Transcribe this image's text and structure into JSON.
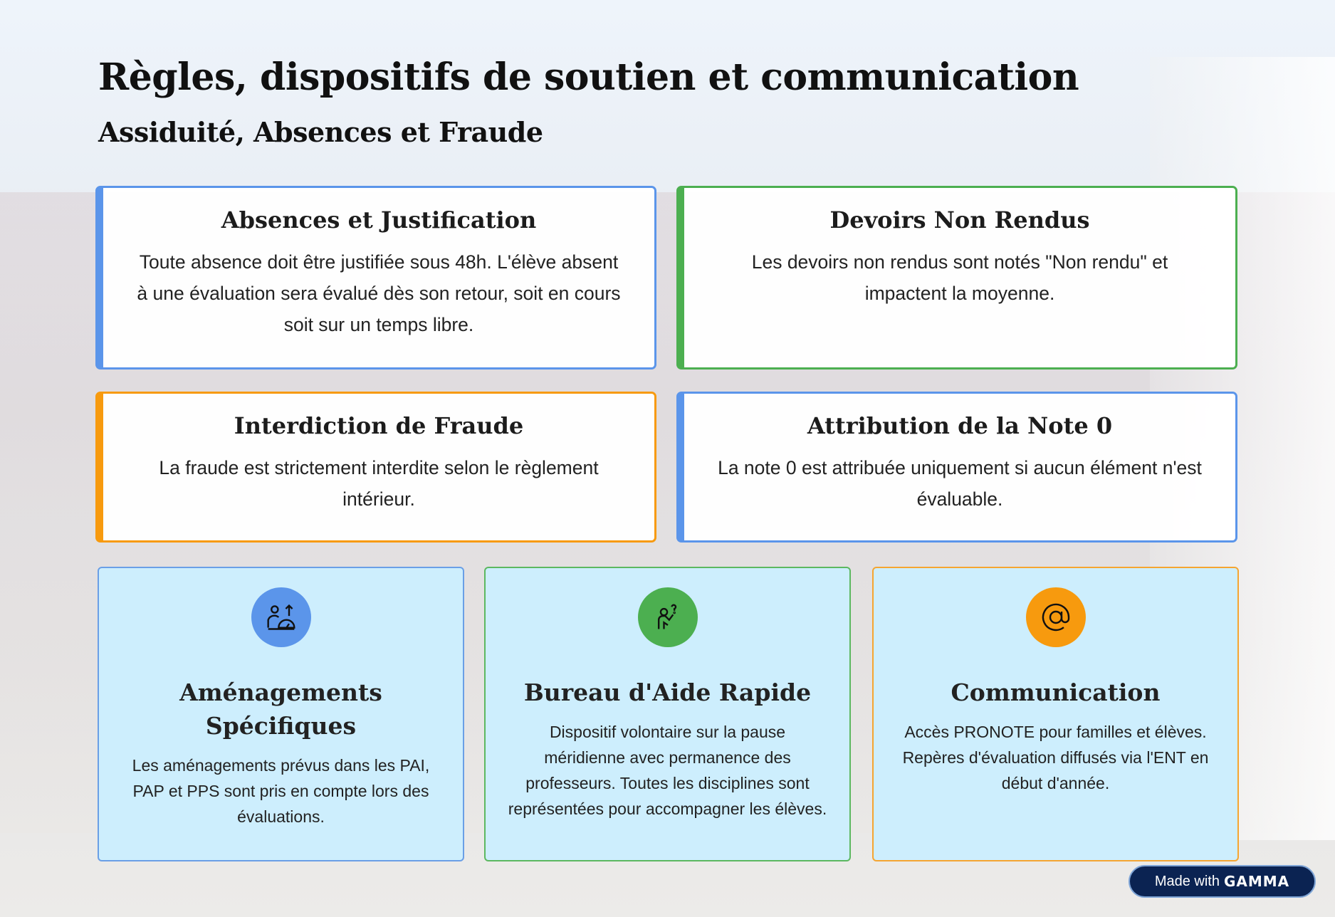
{
  "header": {
    "title": "Règles, dispositifs de soutien et communication",
    "subtitle": "Assiduité, Absences et Fraude"
  },
  "rules": [
    {
      "title": "Absences et Justification",
      "text": "Toute absence doit être justifiée sous 48h. L'élève absent à une évaluation sera évalué dès son retour, soit en cours soit sur un temps libre."
    },
    {
      "title": "Devoirs Non Rendus",
      "text": "Les devoirs non rendus sont notés \"Non rendu\" et impactent la moyenne."
    },
    {
      "title": "Interdiction de Fraude",
      "text": "La fraude est strictement interdite selon le règlement intérieur."
    },
    {
      "title": "Attribution de la Note 0",
      "text": "La note 0 est attribuée uniquement si aucun élément n'est évaluable."
    }
  ],
  "supports": [
    {
      "icon": "user-performance-icon",
      "color": "#5b95ea",
      "title": "Aménagements Spécifiques",
      "text": "Les aménagements prévus dans les PAI, PAP et PPS sont pris en compte lors des évaluations."
    },
    {
      "icon": "person-question-icon",
      "color": "#4caf50",
      "title": "Bureau d'Aide Rapide",
      "text": "Dispositif volontaire sur la pause méridienne avec permanence des professeurs. Toutes les disciplines sont représentées pour accompagner les élèves."
    },
    {
      "icon": "at-sign-icon",
      "color": "#f79a0e",
      "title": "Communication",
      "text": "Accès PRONOTE pour familles et élèves. Repères d'évaluation diffusés via l'ENT en début d'année."
    }
  ],
  "badge": {
    "prefix": "Made with",
    "brand": "GAMMA"
  }
}
